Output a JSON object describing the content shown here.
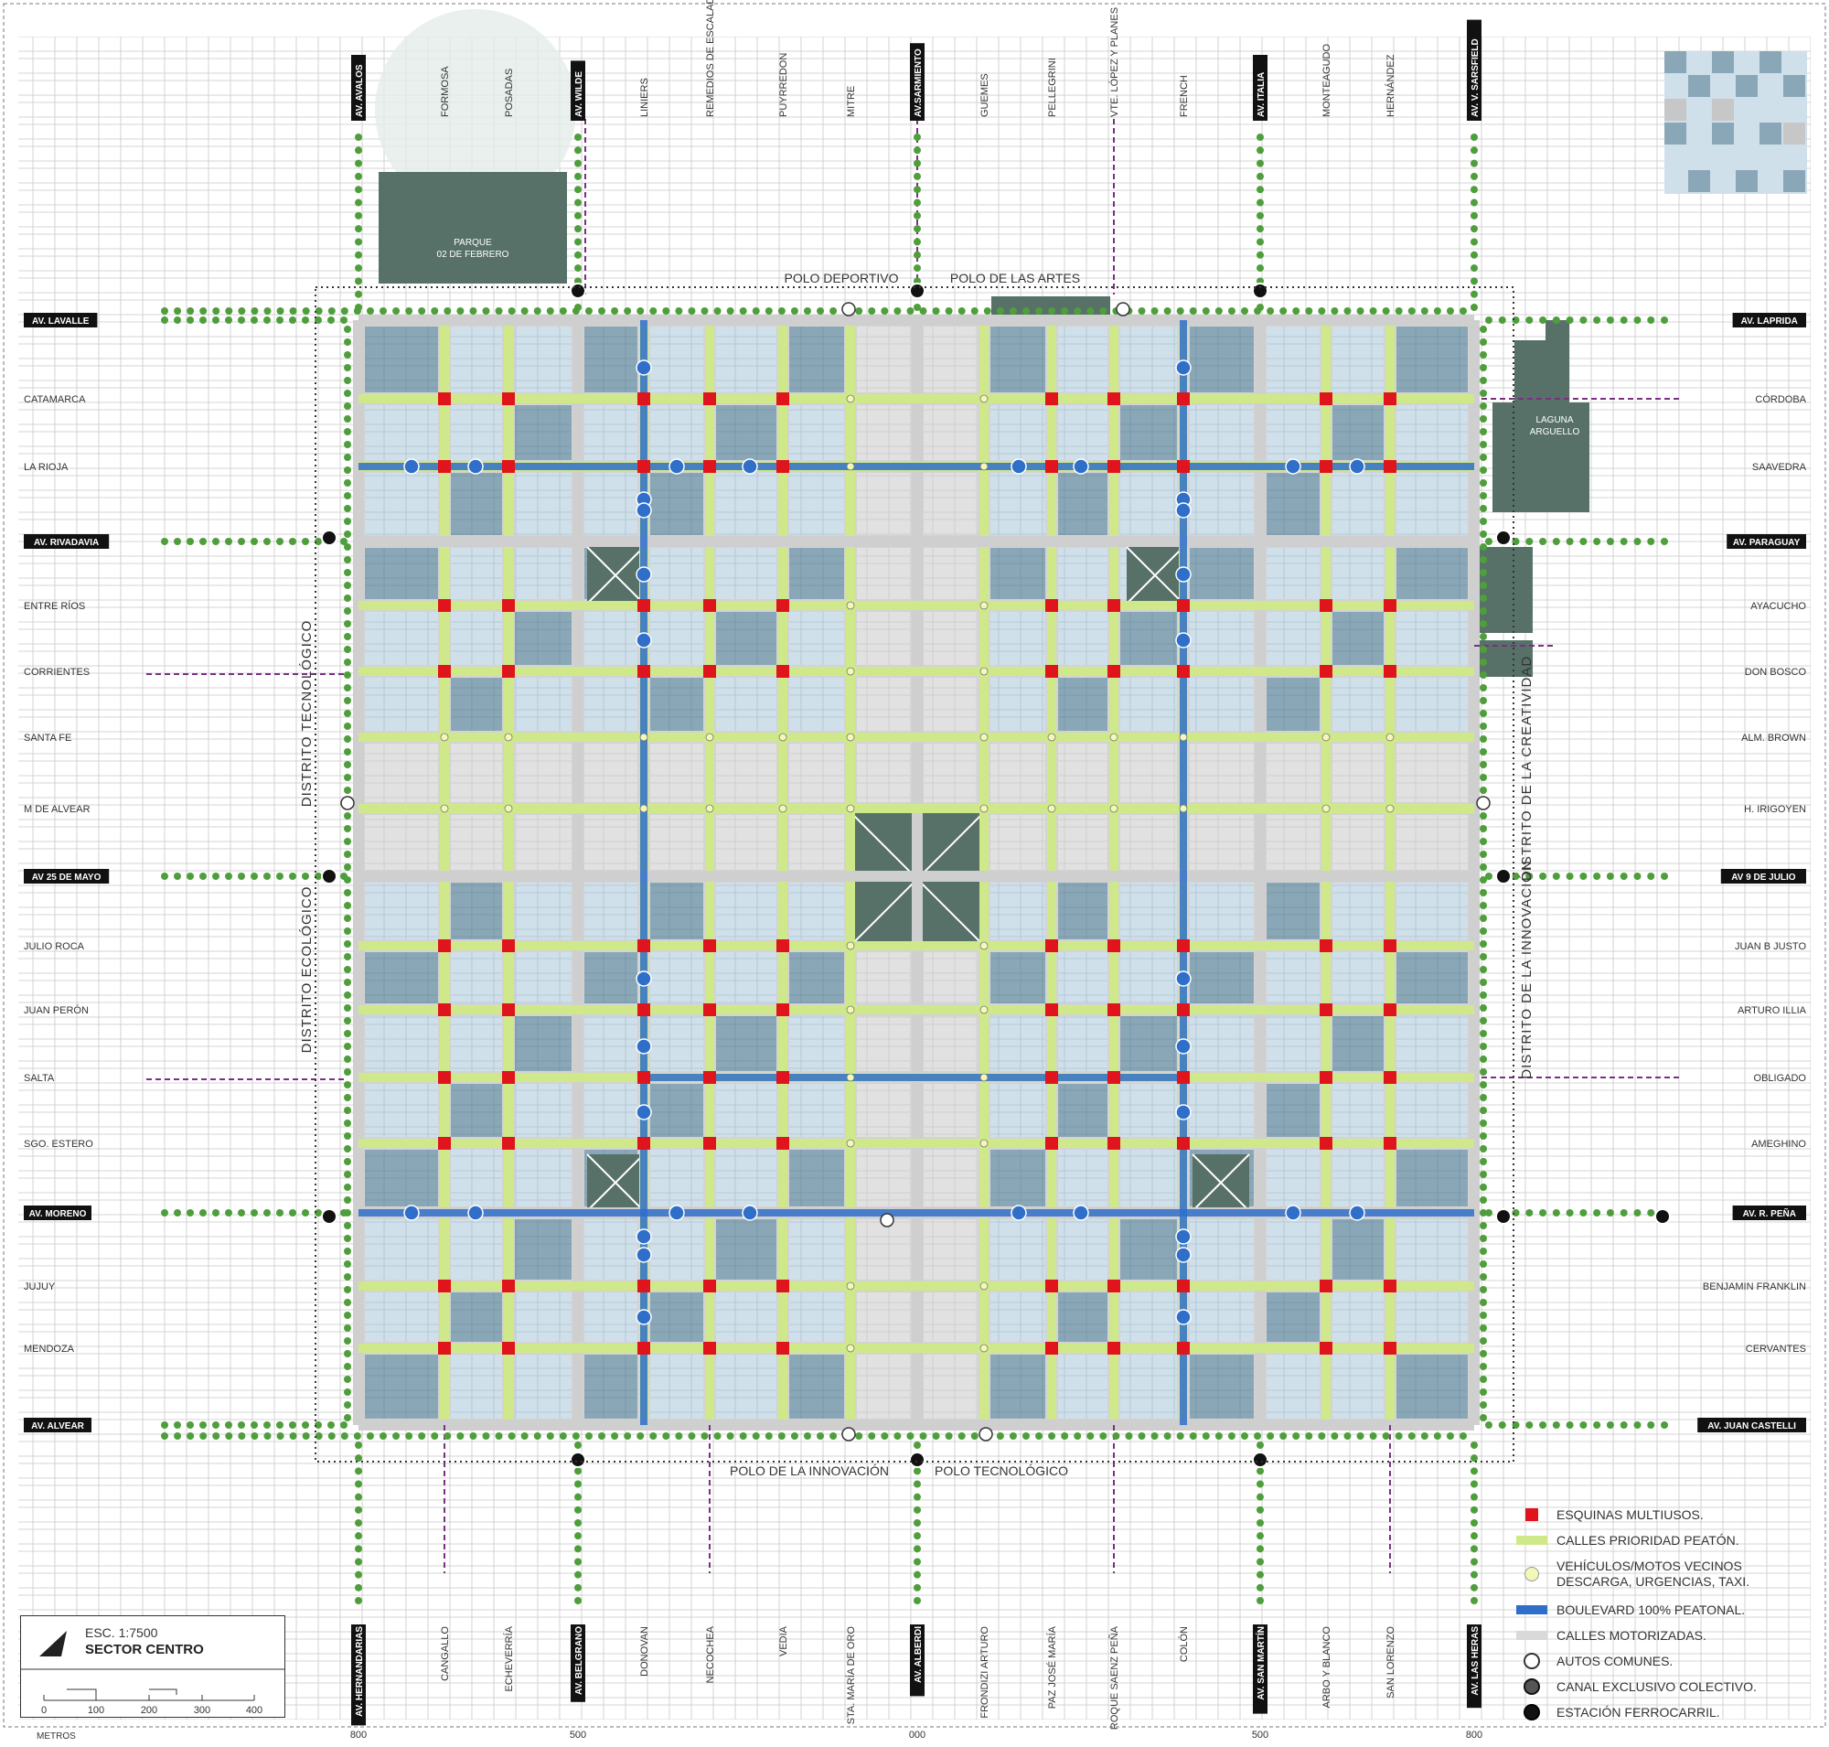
{
  "map": {
    "title": "SECTOR CENTRO",
    "scale": "ESC. 1:7500",
    "units": "METROS",
    "scale_ticks": [
      "0",
      "100",
      "200",
      "300",
      "400"
    ],
    "bottom_ticks": [
      "800",
      "500",
      "000",
      "500",
      "800"
    ],
    "top_streets": [
      {
        "name": "AV. AVALOS",
        "avenue": true
      },
      {
        "name": "FORMOSA",
        "avenue": false
      },
      {
        "name": "POSADAS",
        "avenue": false
      },
      {
        "name": "AV. WILDE",
        "avenue": true
      },
      {
        "name": "LINIERS",
        "avenue": false
      },
      {
        "name": "REMEDIOS DE ESCALADA",
        "avenue": false
      },
      {
        "name": "PUYRREDON",
        "avenue": false
      },
      {
        "name": "MITRE",
        "avenue": false
      },
      {
        "name": "AV.SARMIENTO",
        "avenue": true
      },
      {
        "name": "GUEMES",
        "avenue": false
      },
      {
        "name": "PELLEGRINI",
        "avenue": false
      },
      {
        "name": "VTE. LÓPEZ Y PLANES",
        "avenue": false
      },
      {
        "name": "FRENCH",
        "avenue": false
      },
      {
        "name": "AV. ITALIA",
        "avenue": true
      },
      {
        "name": "MONTEAGUDO",
        "avenue": false
      },
      {
        "name": "HERNÁNDEZ",
        "avenue": false
      },
      {
        "name": "AV. V. SARSFIELD",
        "avenue": true
      }
    ],
    "bottom_streets": [
      {
        "name": "AV. HERNANDARIAS",
        "avenue": true
      },
      {
        "name": "CANGALLO",
        "avenue": false
      },
      {
        "name": "ECHEVERRÍA",
        "avenue": false
      },
      {
        "name": "AV. BELGRANO",
        "avenue": true
      },
      {
        "name": "DONOVAN",
        "avenue": false
      },
      {
        "name": "NECOCHEA",
        "avenue": false
      },
      {
        "name": "VEDIA",
        "avenue": false
      },
      {
        "name": "STA. MARÍA DE ORO",
        "avenue": false
      },
      {
        "name": "AV. ALBERDI",
        "avenue": true
      },
      {
        "name": "FRONDIZI ARTURO",
        "avenue": false
      },
      {
        "name": "PAZ JOSÉ MARÍA",
        "avenue": false
      },
      {
        "name": "ROQUE SAENZ PEÑA",
        "avenue": false
      },
      {
        "name": "COLÓN",
        "avenue": false
      },
      {
        "name": "AV. SAN MARTÍN",
        "avenue": true
      },
      {
        "name": "ARBO Y BLANCO",
        "avenue": false
      },
      {
        "name": "SAN LORENZO",
        "avenue": false
      },
      {
        "name": "AV. LAS HERAS",
        "avenue": true
      }
    ],
    "left_streets": [
      {
        "name": "AV. LAVALLE",
        "avenue": true
      },
      {
        "name": "CATAMARCA",
        "avenue": false
      },
      {
        "name": "LA RIOJA",
        "avenue": false
      },
      {
        "name": "AV. RIVADAVIA",
        "avenue": true
      },
      {
        "name": "ENTRE RÍOS",
        "avenue": false
      },
      {
        "name": "CORRIENTES",
        "avenue": false
      },
      {
        "name": "SANTA FE",
        "avenue": false
      },
      {
        "name": "M DE ALVEAR",
        "avenue": false
      },
      {
        "name": "AV 25 DE MAYO",
        "avenue": true
      },
      {
        "name": "JULIO ROCA",
        "avenue": false
      },
      {
        "name": "JUAN PERÓN",
        "avenue": false
      },
      {
        "name": "SALTA",
        "avenue": false
      },
      {
        "name": "SGO. ESTERO",
        "avenue": false
      },
      {
        "name": "AV. MORENO",
        "avenue": true
      },
      {
        "name": "JUJUY",
        "avenue": false
      },
      {
        "name": "MENDOZA",
        "avenue": false
      },
      {
        "name": "AV. ALVEAR",
        "avenue": true
      }
    ],
    "right_streets": [
      {
        "name": "AV. LAPRIDA",
        "avenue": true
      },
      {
        "name": "CÓRDOBA",
        "avenue": false
      },
      {
        "name": "SAAVEDRA",
        "avenue": false
      },
      {
        "name": "AV. PARAGUAY",
        "avenue": true
      },
      {
        "name": "AYACUCHO",
        "avenue": false
      },
      {
        "name": "DON BOSCO",
        "avenue": false
      },
      {
        "name": "ALM. BROWN",
        "avenue": false
      },
      {
        "name": "H. IRIGOYEN",
        "avenue": false
      },
      {
        "name": "AV 9 DE JULIO",
        "avenue": true
      },
      {
        "name": "JUAN B JUSTO",
        "avenue": false
      },
      {
        "name": "ARTURO ILLIA",
        "avenue": false
      },
      {
        "name": "OBLIGADO",
        "avenue": false
      },
      {
        "name": "AMEGHINO",
        "avenue": false
      },
      {
        "name": "AV. R. PEÑA",
        "avenue": true
      },
      {
        "name": "BENJAMIN FRANKLIN",
        "avenue": false
      },
      {
        "name": "CERVANTES",
        "avenue": false
      },
      {
        "name": "AV. JUAN CASTELLI",
        "avenue": true
      }
    ],
    "poles": {
      "deportivo": "POLO DEPORTIVO",
      "artes": "POLO DE LAS ARTES",
      "innovacion": "POLO DE LA INNOVACIÓN",
      "tecnologico": "POLO TECNOLÓGICO"
    },
    "districts": {
      "tecnologico": "DISTRITO TECNOLÓGICO",
      "ecologico": "DISTRITO ECOLÓGICO",
      "creatividad": "DISTRITO DE LA CREATIVIDAD",
      "innovacion": "DISTRITO DE LA INNOVACIÓN"
    },
    "parks": {
      "parque_line1": "PARQUE",
      "parque_line2": "02 DE FEBRERO",
      "laguna_line1": "LAGUNA",
      "laguna_line2": "ARGUELLO"
    }
  },
  "legend": [
    {
      "key": "esquinas",
      "label": "ESQUINAS MULTIUSOS.",
      "swatch": "#e0141c",
      "icon": "red-square-icon"
    },
    {
      "key": "prioridad",
      "label": "CALLES PRIORIDAD PEATÓN.",
      "swatch": "#cfe98a",
      "icon": "green-bar-icon"
    },
    {
      "key": "vehiculos",
      "label": "VEHÍCULOS/MOTOS VECINOS",
      "label2": "DESCARGA, URGENCIAS, TAXI.",
      "swatch": "#f3f7b8",
      "icon": "car-dot-icon"
    },
    {
      "key": "boulevard",
      "label": "BOULEVARD 100% PEATONAL.",
      "swatch": "#2f6fc9",
      "icon": "blue-bar-icon"
    },
    {
      "key": "motorizadas",
      "label": "CALLES MOTORIZADAS.",
      "swatch": "#d9d9d9",
      "icon": "grey-bar-icon"
    },
    {
      "key": "autos",
      "label": "AUTOS COMUNES.",
      "swatch": "#ffffff",
      "icon": "car-circle-icon"
    },
    {
      "key": "colectivo",
      "label": "CANAL EXCLUSIVO COLECTIVO.",
      "swatch": "#ffffff",
      "icon": "bus-circle-icon"
    },
    {
      "key": "ferrocarril",
      "label": "ESTACIÓN FERROCARRIL.",
      "swatch": "#ffffff",
      "icon": "train-circle-icon"
    }
  ],
  "colors": {
    "block_dark": "#8aa7b7",
    "block_light": "#cfe0ea",
    "park": "#577168",
    "boulevard": "#2f6fc9",
    "pedestrian": "#cfe98a",
    "corner": "#e0141c",
    "road": "#cfcfcf",
    "tree": "#4f9e3c",
    "transit": "#7b2f83"
  }
}
